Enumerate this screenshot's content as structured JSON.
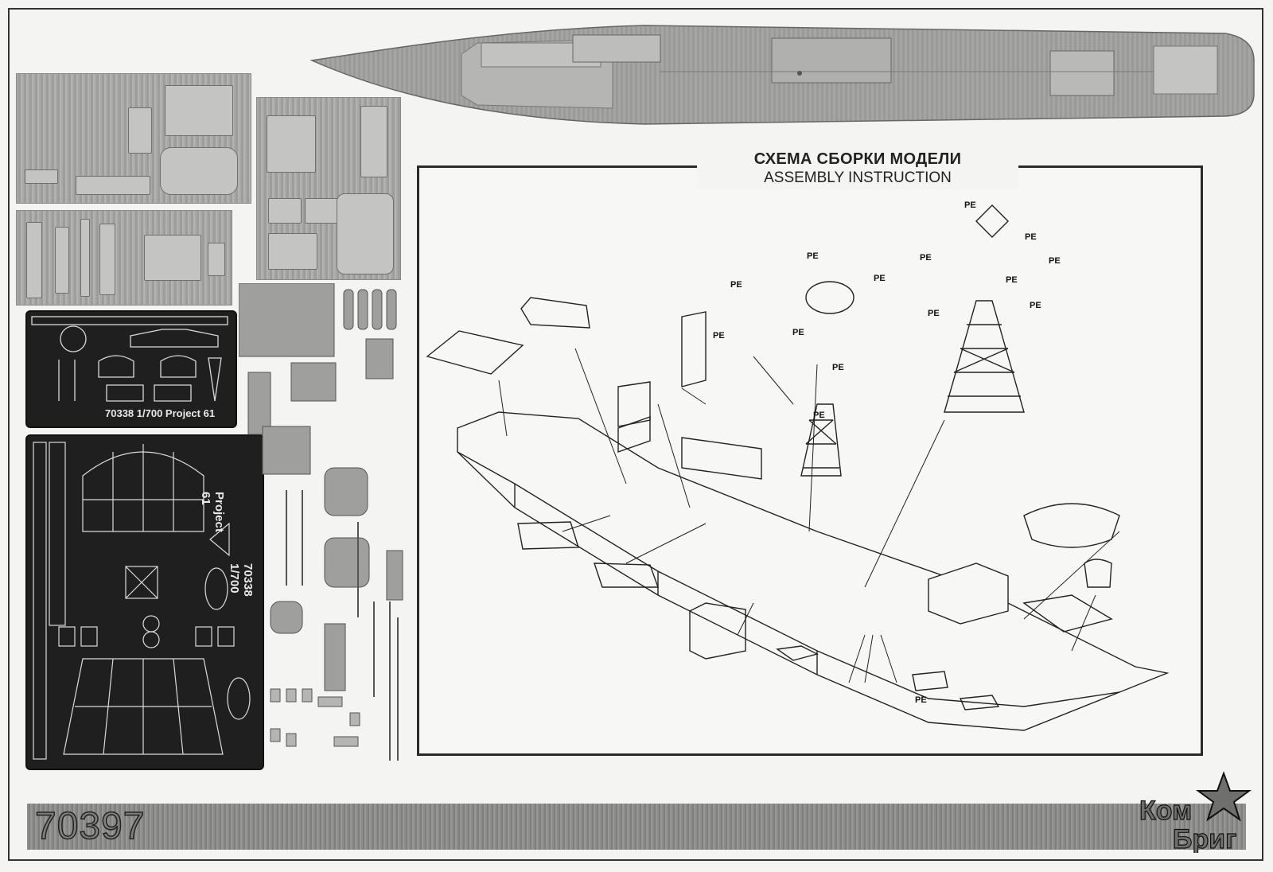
{
  "title": {
    "ru": "СХЕМА СБОРКИ МОДЕЛИ",
    "en": "ASSEMBLY INSTRUCTION"
  },
  "footer": {
    "product_code": "70397"
  },
  "photo_etch_small": {
    "text": "70338  1/700  Project 61"
  },
  "photo_etch_large": {
    "text_a": "Project 61",
    "text_b": "70338  1/700"
  },
  "part_callout": "PE",
  "logo": {
    "text": "КомБриг"
  },
  "colors": {
    "background": "#f4f4f2",
    "resin_grey": "#a9a9a7",
    "pe_fret": "#1f1f1f",
    "line_art": "#222222"
  }
}
